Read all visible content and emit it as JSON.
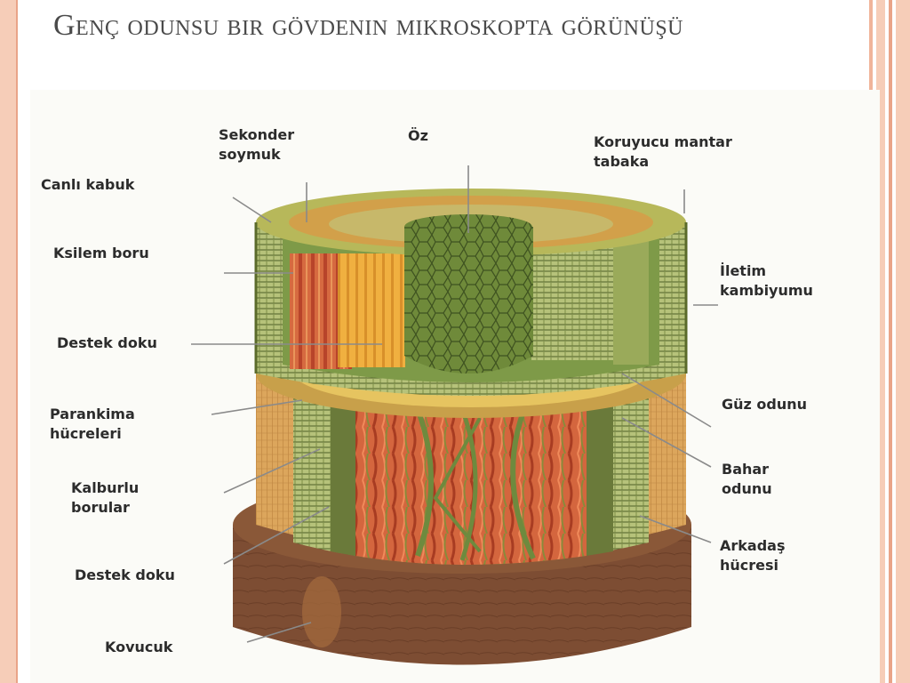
{
  "slide": {
    "title": "Genç odunsu bir gövdenin mikroskopta görünüşü"
  },
  "labels": {
    "sekonder_soymuk": "Sekonder\nsoymuk",
    "oz": "Öz",
    "koruyucu_mantar_tabaka": "Koruyucu mantar\ntabaka",
    "canli_kabuk": "Canlı kabuk",
    "ksilem_boru": "Ksilem boru",
    "iletim_kambiyumu": "İletim\nkambiyumu",
    "destek_doku_1": "Destek doku",
    "parankima_hucreleri": "Parankima\nhücreleri",
    "guz_odunu": "Güz odunu",
    "kalburlu_borular": "Kalburlu\nborular",
    "bahar_odunu": "Bahar\nodunu",
    "arkadas_hucresi": "Arkadaş\nhücresi",
    "destek_doku_2": "Destek doku",
    "kovucuk": "Kovucuk"
  },
  "colors": {
    "frame": "#f6cdb8",
    "frame_line": "#e9a488",
    "title": "#4a4a4a",
    "pith": "#6f8a3a",
    "xylem_red": "#c9583a",
    "xylem_orange": "#e29a3c",
    "bark_brown": "#7a4a30",
    "tan": "#d9a25a",
    "green_band": "#a3b46a"
  }
}
